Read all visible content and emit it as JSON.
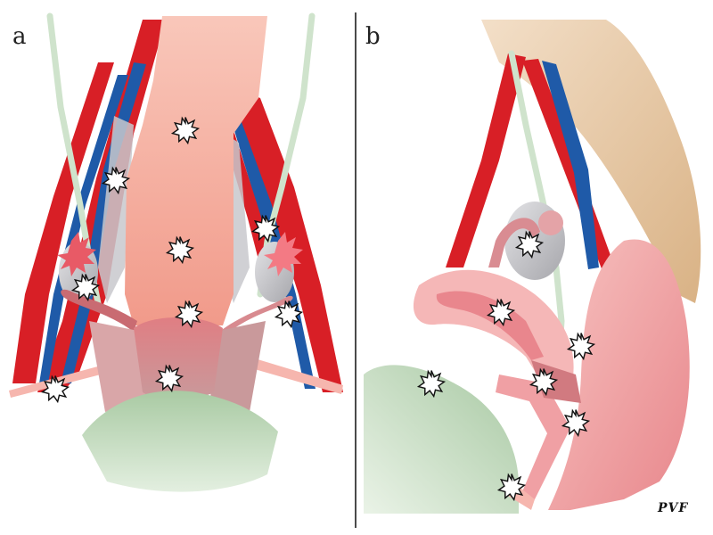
{
  "panels": [
    {
      "label": "a"
    },
    {
      "label": "b"
    }
  ],
  "signature": "PVF",
  "colors": {
    "artery": "#d81f26",
    "vein": "#1f5aa8",
    "ureter": "#cfe3cc",
    "rectum": "#f6b3a3",
    "uterus": "#d96d72",
    "bladder": "#c4dcc0",
    "sacrum": "#e7c9a5",
    "ovary": "#c8c8cc",
    "vagina": "#f0a0a4",
    "lesion_stroke": "#111111"
  },
  "lesion_marker": "starburst-icon"
}
